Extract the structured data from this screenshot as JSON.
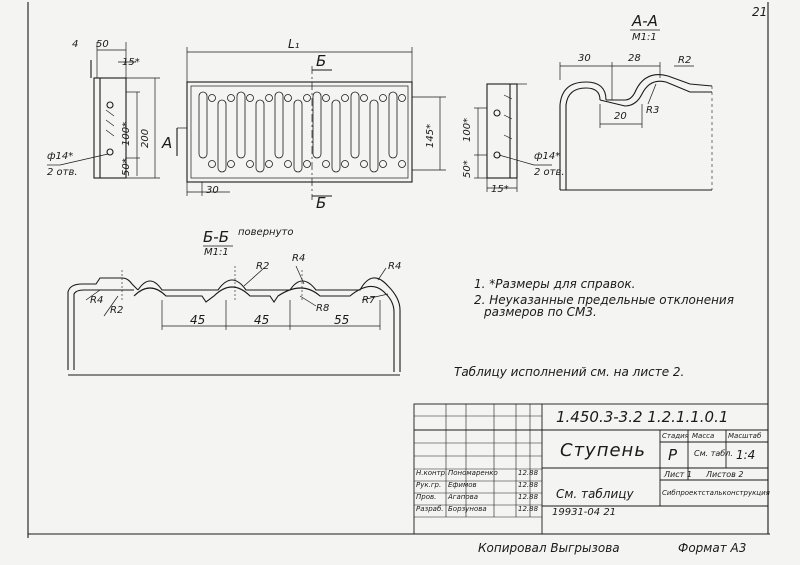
{
  "sheet": {
    "page_number": "21",
    "copied_by": "Копировал Выгрызова",
    "format": "Формат А3",
    "archive_no": "19931-04 21"
  },
  "views": {
    "left": {
      "dim_4": "4",
      "dim_50": "50",
      "dim_15": "15*",
      "dim_100": "100*",
      "dim_200": "200",
      "dim_50v": "50*",
      "hole": "ф14*",
      "holes_count": "2 отв."
    },
    "front": {
      "section_mark_top": "Б",
      "section_mark_bottom": "Б",
      "dim_L": "L₁",
      "dim_145": "145*",
      "dim_30": "30",
      "marker_A": "А"
    },
    "right": {
      "dim_100": "100*",
      "dim_50": "50*",
      "dim_15": "15*",
      "hole": "ф14*",
      "holes_count": "2 отв."
    },
    "section_aa": {
      "title": "А-А",
      "scale": "М1:1",
      "dim_30": "30",
      "dim_28": "28",
      "dim_20": "20",
      "r2": "R2",
      "r3": "R3"
    },
    "section_bb": {
      "title": "Б-Б",
      "rotated": "повернуто",
      "scale": "М1:1",
      "r2": "R2",
      "r4_a": "R4",
      "r4_b": "R4",
      "r4_c": "R4",
      "r2_b": "R2",
      "r8": "R8",
      "r7": "R7",
      "dim_45_a": "45",
      "dim_45_b": "45",
      "dim_55": "55"
    }
  },
  "notes": {
    "note1": "1. *Размеры для справок.",
    "note2_line1": "2. Неуказанные предельные отклонения",
    "note2_line2": "размеров по СМ3.",
    "table_ref": "Таблицу исполнений см. на листе 2."
  },
  "title_block": {
    "designation": "1.450.3-3.2 1.2.1.1.0.1",
    "name": "Ступень",
    "material": "См. таблицу",
    "col_stage": "Стадия",
    "col_mass": "Масса",
    "col_scale": "Масштаб",
    "stage_value": "Р",
    "mass_value": "См. табл.",
    "scale_value": "1:4",
    "sheet": "Лист 1",
    "sheets": "Листов 2",
    "organization": "Сибпроектстальконструкция",
    "roles": [
      {
        "role": "Н.контр.",
        "name": "Пономаренко",
        "date": "12.88"
      },
      {
        "role": "Рук.гр.",
        "name": "Ефимов",
        "date": "12.88"
      },
      {
        "role": "Пров.",
        "name": "Агапова",
        "date": "12.88"
      },
      {
        "role": "Разраб.",
        "name": "Борзунова",
        "date": "12.88"
      }
    ]
  }
}
